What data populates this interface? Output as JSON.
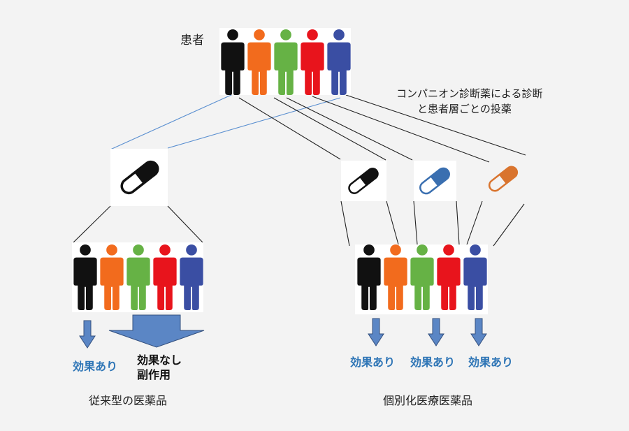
{
  "labels": {
    "patients": "患者",
    "companion_line1": "コンパニオン診断薬による診断",
    "companion_line2": "と患者層ごとの投薬",
    "left_effect": "効果あり",
    "left_noeffect_line1": "効果なし",
    "left_noeffect_line2": "副作用",
    "left_caption": "従来型の医薬品",
    "right_effect_1": "効果あり",
    "right_effect_2": "効果あり",
    "right_effect_3": "効果あり",
    "right_caption": "個別化医療医薬品"
  },
  "colors": {
    "person_black": "#111111",
    "person_orange": "#f26b1d",
    "person_green": "#66b245",
    "person_red": "#e8141c",
    "person_blue": "#3a4ea3",
    "arrow_blue": "#5b86c5",
    "text_blue": "#2e75b6",
    "pill_blue": "#3a6fb0",
    "pill_orange": "#d9742e",
    "line_blue": "#5a8fd0"
  },
  "icons": {
    "person": "person-icon",
    "pill": "capsule-icon",
    "arrow": "down-arrow-icon"
  }
}
